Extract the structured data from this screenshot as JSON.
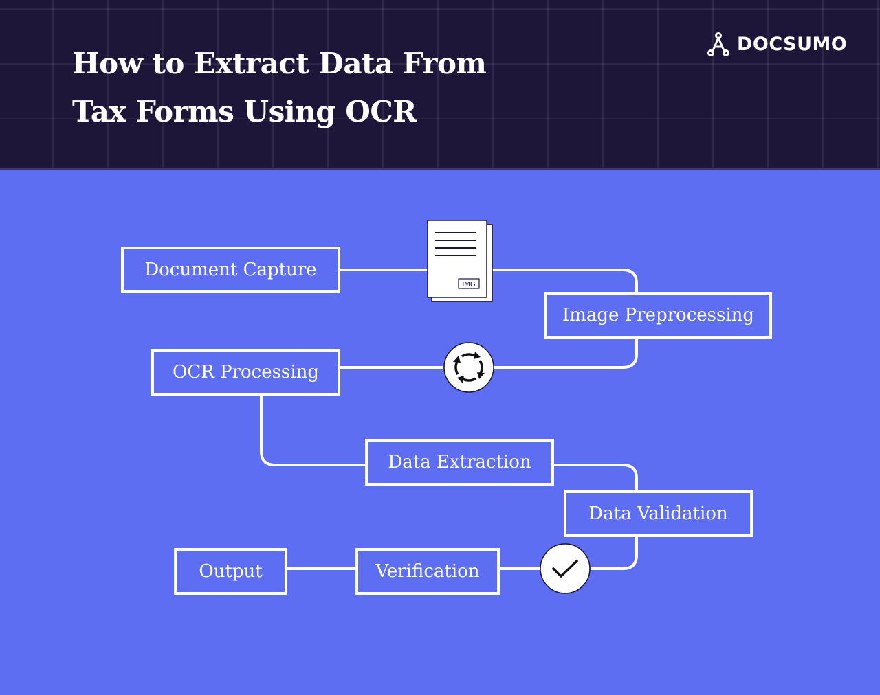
{
  "header": {
    "title_line1": "How to Extract Data From",
    "title_line2": "Tax Forms Using OCR",
    "logo_text": "DOCSUMO",
    "logo_icon": "docsumo-logo-icon"
  },
  "diagram": {
    "steps": [
      {
        "id": "document-capture",
        "label": "Document Capture"
      },
      {
        "id": "image-preprocessing",
        "label": "Image Preprocessing"
      },
      {
        "id": "ocr-processing",
        "label": "OCR Processing"
      },
      {
        "id": "data-extraction",
        "label": "Data Extraction"
      },
      {
        "id": "data-validation",
        "label": "Data Validation"
      },
      {
        "id": "verification",
        "label": "Verification"
      },
      {
        "id": "output",
        "label": "Output"
      }
    ],
    "document_icon_label": "IMG",
    "icons": [
      "document-stack-icon",
      "refresh-cycle-icon",
      "checkmark-icon"
    ]
  },
  "colors": {
    "header_bg": "#1e1638",
    "main_bg": "#5d6ef2",
    "line": "#ffffff"
  }
}
